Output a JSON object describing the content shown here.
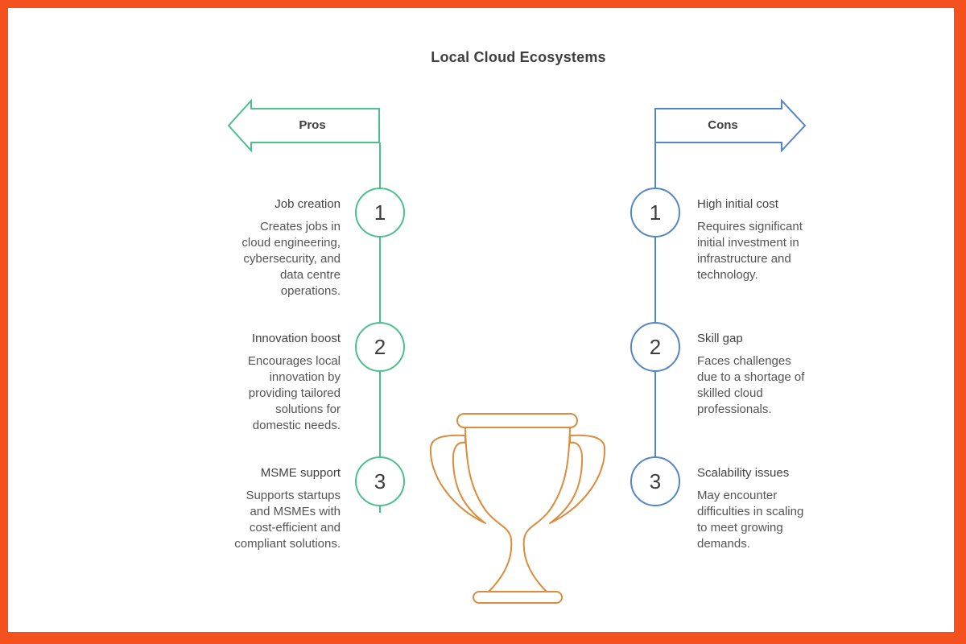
{
  "title": "Local Cloud Ecosystems",
  "colors": {
    "frame_border": "#F4511E",
    "pros_accent": "#4CC08C",
    "cons_accent": "#5585C9",
    "trophy_outline": "#DB8C3C",
    "heading_text": "#3F3F3F",
    "body_text": "#545454"
  },
  "center_icon": "trophy-icon",
  "pros": {
    "label": "Pros",
    "items": [
      {
        "num": "1",
        "title": "Job creation",
        "desc": "Creates jobs in cloud engineering, cybersecurity, and data centre operations."
      },
      {
        "num": "2",
        "title": "Innovation boost",
        "desc": "Encourages local innovation by providing tailored solutions for domestic needs."
      },
      {
        "num": "3",
        "title": "MSME support",
        "desc": "Supports startups and MSMEs with cost-efficient and compliant solutions."
      }
    ]
  },
  "cons": {
    "label": "Cons",
    "items": [
      {
        "num": "1",
        "title": "High initial cost",
        "desc": "Requires significant initial investment in infrastructure and technology."
      },
      {
        "num": "2",
        "title": "Skill gap",
        "desc": "Faces challenges due to a shortage of skilled cloud professionals."
      },
      {
        "num": "3",
        "title": "Scalability issues",
        "desc": "May encounter difficulties in scaling to meet growing demands."
      }
    ]
  }
}
